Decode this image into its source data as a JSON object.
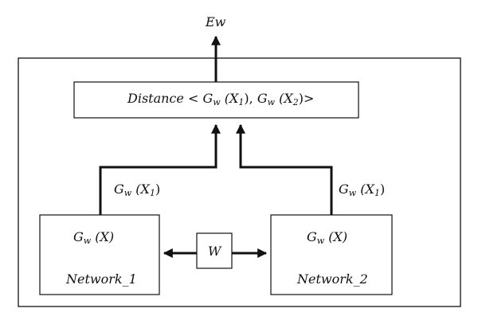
{
  "output_label": "Ew",
  "distance_box": {
    "word": "Distance",
    "open": "<",
    "g": "G",
    "w": "w",
    "x1": "(X",
    "x1_sub": "1",
    "x1_close": "),",
    "x2": "(X",
    "x2_sub": "2",
    "x2_close": ")>"
  },
  "edges": {
    "left": {
      "g": "G",
      "w": "w",
      "x": "(X",
      "sub": "1",
      "close": ")"
    },
    "right": {
      "g": "G",
      "w": "w",
      "x": "(X",
      "sub": "1",
      "close": ")"
    }
  },
  "network_1": {
    "func_g": "G",
    "func_w": "w",
    "func_x": "(X)",
    "name": "Network_1"
  },
  "network_2": {
    "func_g": "G",
    "func_w": "w",
    "func_x": "(X)",
    "name": "Network_2"
  },
  "shared_weights": {
    "label": "W"
  }
}
